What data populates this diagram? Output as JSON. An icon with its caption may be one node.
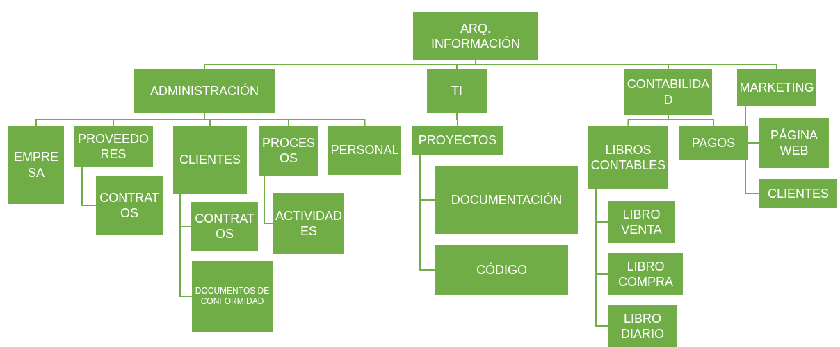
{
  "diagram": {
    "nodes": [
      {
        "text": [
          "ARQ. INFORMACIÓN"
        ]
      },
      {
        "text": [
          "ADMINISTRACIÓN"
        ]
      },
      {
        "text": [
          "TI"
        ]
      },
      {
        "text": [
          "CONTABILIDAD"
        ]
      },
      {
        "text": [
          "MARKETING"
        ]
      },
      {
        "text": [
          "EMPRESA"
        ]
      },
      {
        "text": [
          "PROVEEDORES"
        ]
      },
      {
        "text": [
          "CONTRATOS"
        ]
      },
      {
        "text": [
          "CLIENTES"
        ]
      },
      {
        "text": [
          "CONTRATOS"
        ]
      },
      {
        "text": [
          "DOCUMENTOS DE CONFORMIDAD"
        ]
      },
      {
        "text": [
          "PROCESOS"
        ]
      },
      {
        "text": [
          "ACTIVIDADES"
        ]
      },
      {
        "text": [
          "PERSONAL"
        ]
      },
      {
        "text": [
          "PROYECTOS"
        ]
      },
      {
        "text": [
          "DOCUMENTACIÓN"
        ]
      },
      {
        "text": [
          "CÓDIGO"
        ]
      },
      {
        "text": [
          "LIBROS CONTABLES"
        ]
      },
      {
        "text": [
          "PAGOS"
        ]
      },
      {
        "text": [
          "LIBRO VENTA"
        ]
      },
      {
        "text": [
          "LIBRO COMPRA"
        ]
      },
      {
        "text": [
          "LIBRO DIARIO"
        ]
      },
      {
        "text": [
          "PÁGINA WEB"
        ]
      },
      {
        "text": [
          "CLIENTES"
        ]
      }
    ],
    "edges": [
      {
        "from": 0,
        "to": 1,
        "arrow": "none"
      },
      {
        "from": 0,
        "to": 2,
        "arrow": "none"
      },
      {
        "from": 0,
        "to": 3,
        "arrow": "none"
      },
      {
        "from": 0,
        "to": 4,
        "arrow": "none"
      },
      {
        "from": 1,
        "to": 5,
        "arrow": "none"
      },
      {
        "from": 1,
        "to": 6,
        "arrow": "none"
      },
      {
        "from": 1,
        "to": 8,
        "arrow": "none"
      },
      {
        "from": 1,
        "to": 11,
        "arrow": "none"
      },
      {
        "from": 1,
        "to": 13,
        "arrow": "none"
      },
      {
        "from": 6,
        "to": 7,
        "arrow": "none"
      },
      {
        "from": 8,
        "to": 9,
        "arrow": "none"
      },
      {
        "from": 8,
        "to": 10,
        "arrow": "none"
      },
      {
        "from": 11,
        "to": 12,
        "arrow": "none"
      },
      {
        "from": 2,
        "to": 14,
        "arrow": "none"
      },
      {
        "from": 14,
        "to": 15,
        "arrow": "none"
      },
      {
        "from": 14,
        "to": 16,
        "arrow": "none"
      },
      {
        "from": 3,
        "to": 17,
        "arrow": "none"
      },
      {
        "from": 3,
        "to": 18,
        "arrow": "none"
      },
      {
        "from": 17,
        "to": 19,
        "arrow": "none"
      },
      {
        "from": 17,
        "to": 20,
        "arrow": "none"
      },
      {
        "from": 17,
        "to": 21,
        "arrow": "none"
      },
      {
        "from": 4,
        "to": 22,
        "arrow": "none"
      },
      {
        "from": 4,
        "to": 23,
        "arrow": "none"
      }
    ]
  }
}
